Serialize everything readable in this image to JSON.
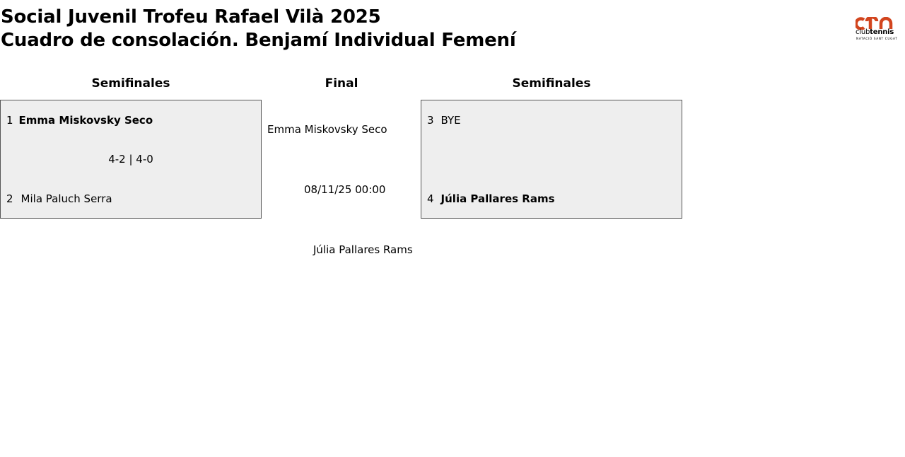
{
  "header": {
    "title_line1": "Social Juvenil Trofeu Rafael Vilà 2025",
    "title_line2": "Cuadro de consolación. Benjamí Individual Femení"
  },
  "logo": {
    "club": "club",
    "tennis": "tennis",
    "subtitle": "NATACIÓ SANT CUGAT",
    "accent_color": "#d2451e"
  },
  "columns": {
    "left": "Semifinales",
    "center": "Final",
    "right": "Semifinales"
  },
  "semifinal_left": {
    "player1": {
      "seed": "1",
      "name": "Emma Miskovsky Seco",
      "winner": true
    },
    "player2": {
      "seed": "2",
      "name": "Mila Paluch Serra",
      "winner": false
    },
    "score": "4-2 | 4-0"
  },
  "semifinal_right": {
    "player1": {
      "seed": "3",
      "name": "BYE",
      "winner": false
    },
    "player2": {
      "seed": "4",
      "name": "Júlia Pallares Rams",
      "winner": true
    }
  },
  "final": {
    "player_top": "Emma Miskovsky Seco",
    "datetime": "08/11/25 00:00",
    "player_bottom": "Júlia Pallares Rams"
  }
}
